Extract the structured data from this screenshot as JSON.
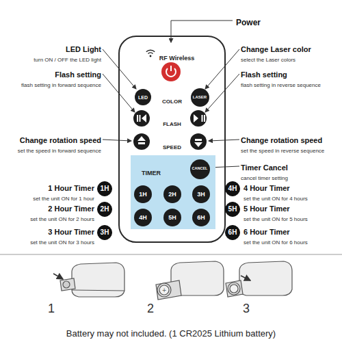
{
  "diagram": {
    "nodes": [
      {
        "text": [
          "RF Wireless",
          "COLOR",
          "FLASH",
          "SPEED"
        ]
      },
      {
        "text": [
          "LED"
        ],
        "in": 0
      },
      {
        "text": [
          "LASER"
        ],
        "in": 0
      },
      {
        "text": [
          "TIMER"
        ],
        "in": 0
      },
      {
        "text": [
          "CANCEL"
        ],
        "in": 3
      },
      {
        "text": [
          "1H"
        ],
        "in": 3
      },
      {
        "text": [
          "2H"
        ],
        "in": 3
      },
      {
        "text": [
          "3H"
        ],
        "in": 3
      },
      {
        "text": [
          "4H"
        ],
        "in": 3
      },
      {
        "text": [
          "5H"
        ],
        "in": 3
      },
      {
        "text": [
          "6H"
        ],
        "in": 3
      },
      {
        "text": [
          "1H"
        ]
      },
      {
        "text": [
          "2H"
        ]
      },
      {
        "text": [
          "3H"
        ]
      },
      {
        "text": [
          "4H"
        ]
      },
      {
        "text": [
          "5H"
        ]
      },
      {
        "text": [
          "6H"
        ]
      }
    ],
    "labels": [
      "Power",
      "LED Light",
      "turn ON / OFF the LED light",
      "Change Laser color",
      "select the Laser colors",
      "Flash setting",
      "flash setting in forward sequence",
      "Flash setting",
      "flash setting in reverse sequence",
      "Change rotation speed",
      "set the speed in forward sequence",
      "Change rotation speed",
      "set the speed in reverse sequence",
      "Timer Cancel",
      "cancel timer setting",
      "1 Hour Timer",
      "set the unit ON for 1 hour",
      "2 Hour Timer",
      "set the unit ON for 2 hours",
      "3 Hour Timer",
      "set the unit ON for 3 hours",
      "4 Hour Timer",
      "set the unit ON for 4 hours",
      "5 Hour Timer",
      "set the unit ON for 5 hours",
      "6 Hour Timer",
      "set the unit ON for 6 hours",
      "1",
      "2",
      "3",
      "Battery may not included. (1 CR2025 Lithium battery)"
    ]
  }
}
